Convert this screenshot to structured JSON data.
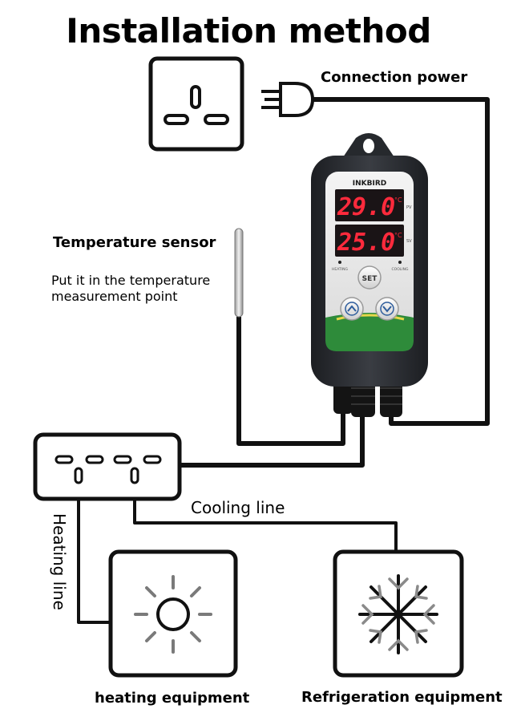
{
  "title": "Installation method",
  "labels": {
    "connection_power": "Connection power",
    "temperature_sensor": "Temperature sensor",
    "sensor_note_line1": "Put it in the temperature",
    "sensor_note_line2": "measurement point",
    "cooling_line": "Cooling line",
    "heating_line": "Heating line",
    "heating_equipment": "heating equipment",
    "refrigeration_equipment": "Refrigeration equipment"
  },
  "controller": {
    "brand": "INKBIRD",
    "pv_value": "29.0",
    "sv_value": "25.0",
    "unit": "°C",
    "pv_tag": "PV",
    "sv_tag": "SV",
    "heating_indicator": "HEATING",
    "cooling_indicator": "COOLING",
    "set_button": "SET"
  },
  "colors": {
    "display_red": "#ff2a3c",
    "display_bg": "#1a1416",
    "panel_green": "#2e8b3a",
    "housing": "#2b2e33",
    "line": "#111111"
  },
  "icons": [
    "wall-socket-icon",
    "plug-icon",
    "sun-icon",
    "snowflake-icon",
    "up-arrow-icon",
    "down-arrow-icon"
  ]
}
